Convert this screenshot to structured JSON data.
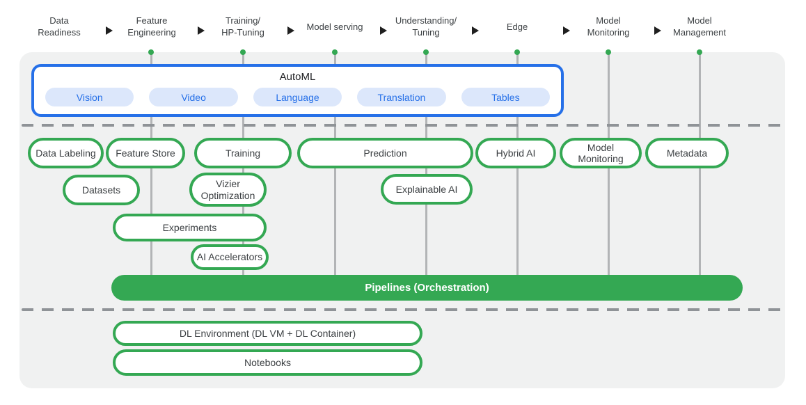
{
  "header": {
    "stages": [
      {
        "label": "Data\nReadiness"
      },
      {
        "label": "Feature\nEngineering"
      },
      {
        "label": "Training/\nHP-Tuning"
      },
      {
        "label": "Model serving"
      },
      {
        "label": "Understanding/\nTuning"
      },
      {
        "label": "Edge"
      },
      {
        "label": "Model\nMonitoring"
      },
      {
        "label": "Model\nManagement"
      }
    ]
  },
  "automl": {
    "title": "AutoML",
    "pills": [
      {
        "label": "Vision"
      },
      {
        "label": "Video"
      },
      {
        "label": "Language"
      },
      {
        "label": "Translation"
      },
      {
        "label": "Tables"
      }
    ]
  },
  "services": {
    "pills": [
      {
        "label": "Data Labeling"
      },
      {
        "label": "Feature Store"
      },
      {
        "label": "Training"
      },
      {
        "label": "Prediction"
      },
      {
        "label": "Hybrid AI"
      },
      {
        "label": "Model\nMonitoring"
      },
      {
        "label": "Metadata"
      },
      {
        "label": "Datasets"
      },
      {
        "label": "Vizier\nOptimization"
      },
      {
        "label": "Explainable AI"
      },
      {
        "label": "Experiments"
      },
      {
        "label": "AI Accelerators"
      }
    ]
  },
  "pipelines": {
    "label": "Pipelines (Orchestration)"
  },
  "foundation": {
    "pills": [
      {
        "label": "DL Environment (DL VM + DL Container)"
      },
      {
        "label": "Notebooks"
      }
    ]
  },
  "colors": {
    "green": "#34a853",
    "blue": "#2670e8",
    "light_blue": "#dce7fb",
    "panel": "#f0f1f1",
    "line": "#b2b4b6",
    "dash": "#8f9397",
    "text": "#3c4043",
    "bar_text": "#ffffff",
    "arrow": "#1f1f1f"
  }
}
